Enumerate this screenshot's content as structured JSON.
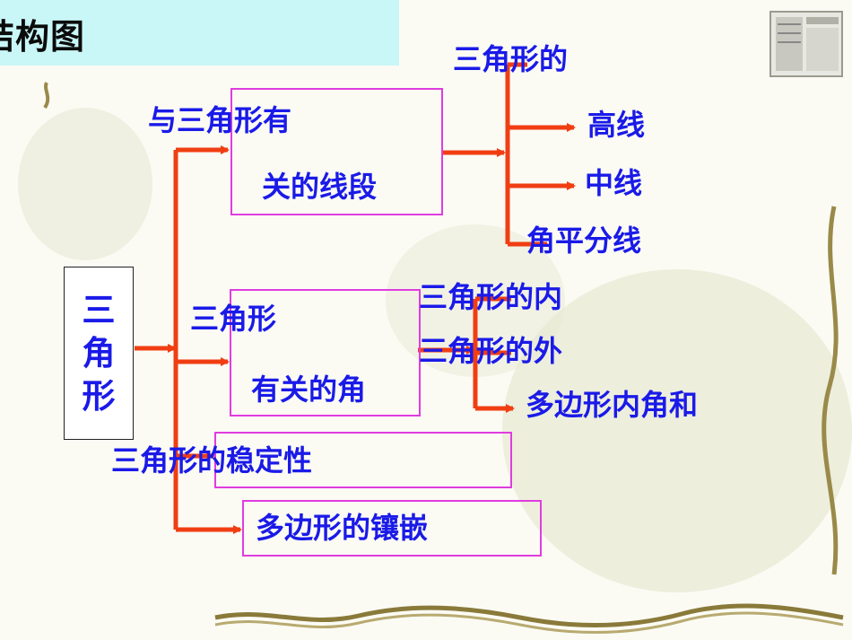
{
  "title": "结构图",
  "root": {
    "label": "三\n角\n形"
  },
  "branches": [
    {
      "label": "与三角形有",
      "box_label": "关的线段",
      "children": [
        "三角形的",
        "高线",
        "中线",
        "角平分线"
      ]
    },
    {
      "label": "三角形",
      "box_label": "有关的角",
      "children": [
        "三角形的内",
        "三角形的外",
        "多边形内角和"
      ]
    },
    {
      "label": "三角形的稳定性",
      "box_label": "",
      "children": []
    },
    {
      "label": "多边形的镶嵌",
      "box_label": "",
      "children": []
    }
  ],
  "colors": {
    "arrow": "#f03e12",
    "text": "#1a1ae8",
    "box_border": "#e03ce0",
    "title_bg": "#c9f6f6"
  },
  "decoration": {
    "icon": "document-thumbnail-icon",
    "vine": "vine-decoration"
  }
}
